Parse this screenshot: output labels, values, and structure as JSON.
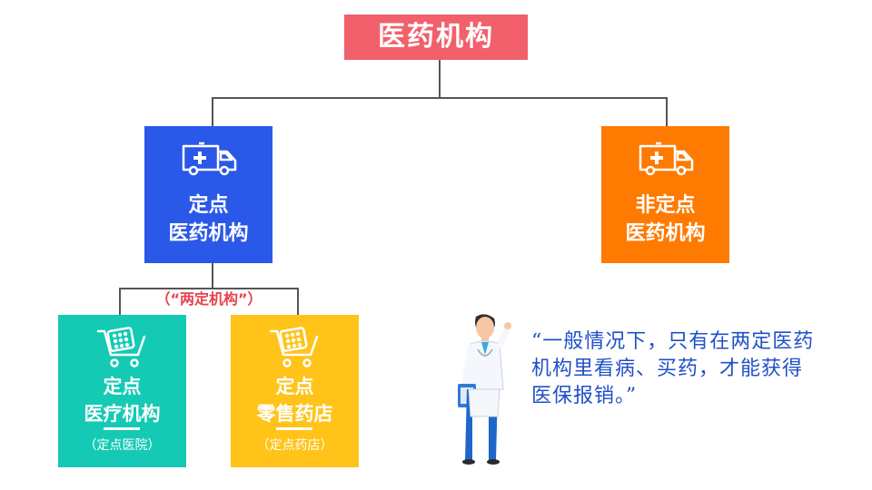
{
  "title": "医药机构",
  "designated": {
    "line1": "定点",
    "line2": "医药机构"
  },
  "non_designated": {
    "line1": "非定点",
    "line2": "医药机构"
  },
  "pair_label": "（“两定机构”）",
  "medical": {
    "line1": "定点",
    "line2": "医疗机构",
    "sub": "（定点医院）"
  },
  "pharmacy": {
    "line1": "定点",
    "line2": "零售药店",
    "sub": "（定点药店）"
  },
  "quote": "“一般情况下，只有在两定医药机构里看病、买药，才能获得医保报销。”",
  "colors": {
    "title_bg": "#f1606b",
    "designated_bg": "#2a58e8",
    "non_designated_bg": "#ff7a00",
    "medical_bg": "#15cab4",
    "pharmacy_bg": "#ffc31a",
    "pair_label": "#e8414b",
    "quote": "#2050c8"
  },
  "icons": {
    "ambulance": "ambulance-icon",
    "cart": "pill-cart-icon",
    "doctor": "doctor-illustration"
  }
}
